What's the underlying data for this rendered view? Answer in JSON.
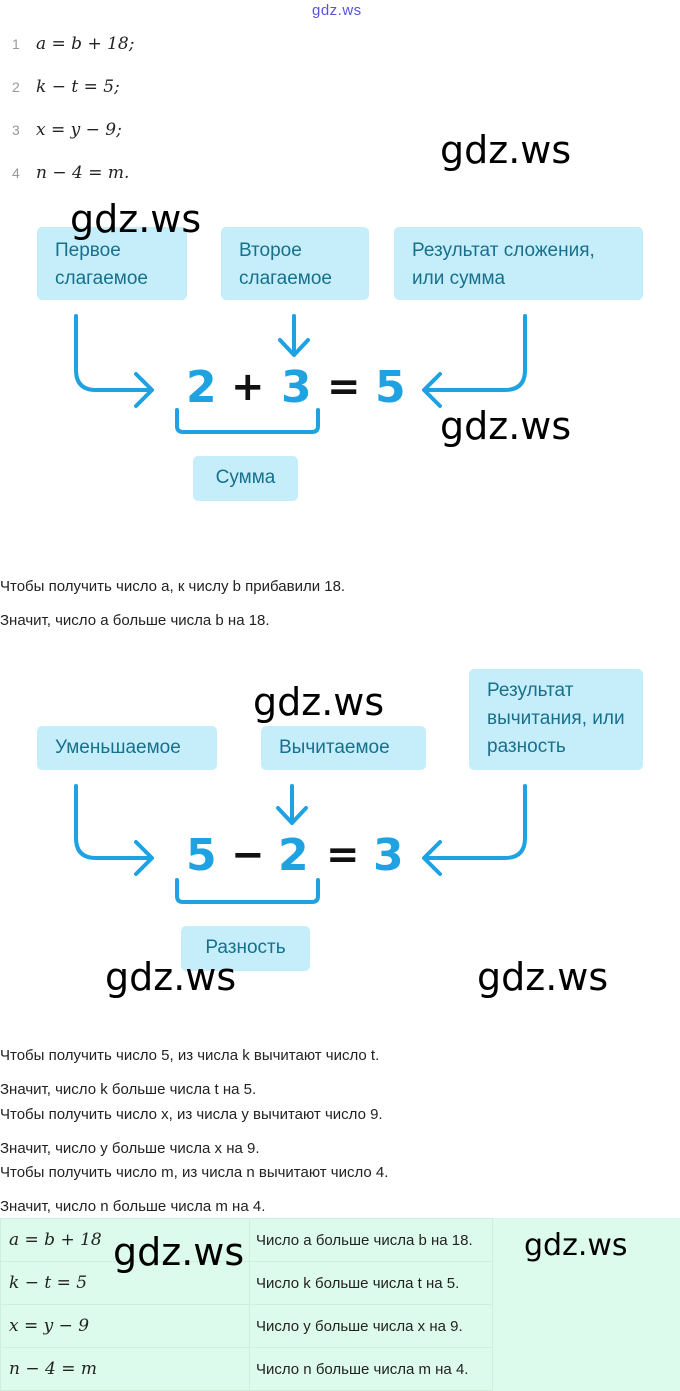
{
  "site_header": "gdz.ws",
  "watermark": "gdz.ws",
  "items": [
    {
      "n": "1",
      "expr": "a = b + 18;"
    },
    {
      "n": "2",
      "expr": "k − t = 5;"
    },
    {
      "n": "3",
      "expr": "x = y − 9;"
    },
    {
      "n": "4",
      "expr": "n − 4 = m."
    }
  ],
  "addition": {
    "box1": "Первое слагаемое",
    "box2": "Второе слагаемое",
    "box3": "Результат сложения, или сумма",
    "a": "2",
    "op": "+",
    "b": "3",
    "eq": "=",
    "r": "5",
    "bracket_label": "Сумма"
  },
  "subtraction": {
    "box1": "Уменьшаемое",
    "box2": "Вычитаемое",
    "box3": "Результат вычитания, или разность",
    "a": "5",
    "op": "−",
    "b": "2",
    "eq": "=",
    "r": "3",
    "bracket_label": "Разность"
  },
  "lines": [
    "Чтобы получить число a, к числу b прибавили 18.",
    "Значит, число a больше числа b на 18.",
    "Чтобы получить число 5, из числа k вычитают число t.",
    "Значит, число k больше числа t на 5.",
    "Чтобы получить число x, из числа y вычитают число 9.",
    "Значит, число y больше числа x на 9.",
    "Чтобы получить число m, из числа n вычитают число 4.",
    "Значит, число n больше числа m на 4."
  ],
  "table": [
    {
      "expr": "a = b + 18",
      "desc": "Число a больше числа b на 18."
    },
    {
      "expr": "k − t = 5",
      "desc": "Число k больше числа t на 5."
    },
    {
      "expr": "x = y − 9",
      "desc": "Число y больше числа x на 9."
    },
    {
      "expr": "n − 4 = m",
      "desc": "Число n больше числа m на 4."
    }
  ],
  "colors": {
    "box_bg": "#c6eefa",
    "box_text": "#17708c",
    "accent": "#1ea2e2",
    "table_bg": "#ddfbec"
  }
}
